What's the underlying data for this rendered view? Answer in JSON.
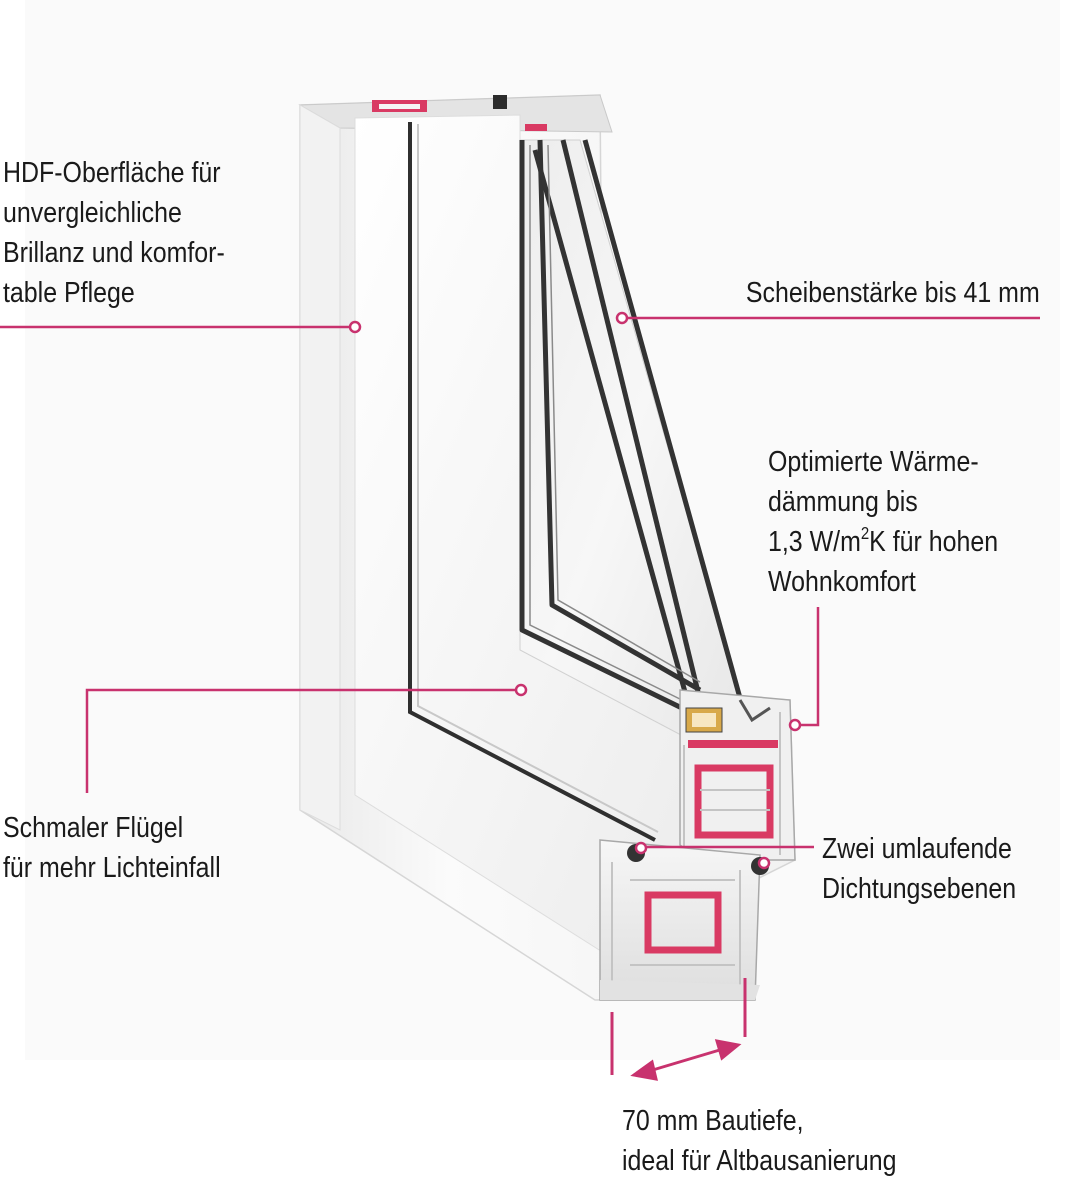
{
  "colors": {
    "accent": "#c8326e",
    "gasket": "#333333",
    "frame": "#f4f4f4",
    "reinforcement": "#d93a63"
  },
  "callouts": {
    "surface": {
      "lines": [
        "HDF-Oberfläche für",
        "unvergleichliche",
        "Brillanz und komfor-",
        "table Pflege"
      ]
    },
    "glass": {
      "lines": [
        "Scheibenstärke bis 41 mm"
      ]
    },
    "insulation": {
      "line1": "Optimierte Wärme-",
      "line2": "dämmung bis",
      "line3_value": "1,3 W/m",
      "line3_sup": "2",
      "line3_rest": "K für hohen",
      "line4": "Wohnkomfort"
    },
    "sash": {
      "lines": [
        "Schmaler Flügel",
        "für mehr Lichteinfall"
      ]
    },
    "seals": {
      "lines": [
        "Zwei umlaufende",
        "Dichtungsebenen"
      ]
    },
    "depth": {
      "lines": [
        "70 mm Bautiefe,",
        "ideal für Altbausanierung"
      ]
    }
  }
}
